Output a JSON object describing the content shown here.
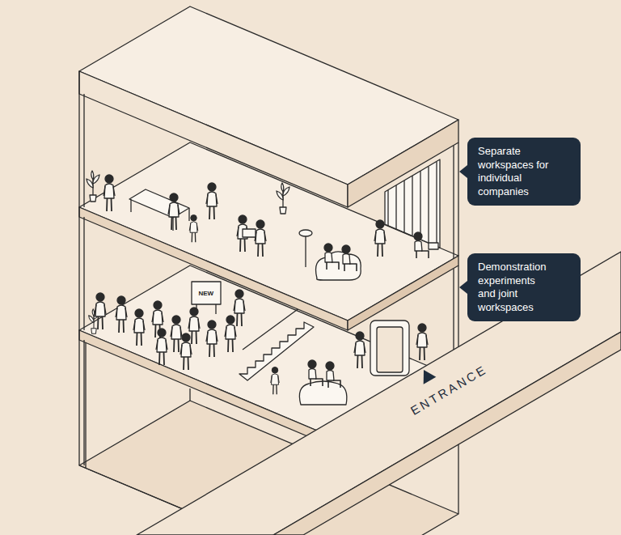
{
  "diagram": {
    "nodes": [
      {
        "text": [
          "Separate workspaces for individual companies"
        ]
      },
      {
        "text": [
          "Demonstration experiments and joint workspaces"
        ]
      }
    ],
    "labels": [
      "NEW",
      "ENTRANCE"
    ]
  }
}
